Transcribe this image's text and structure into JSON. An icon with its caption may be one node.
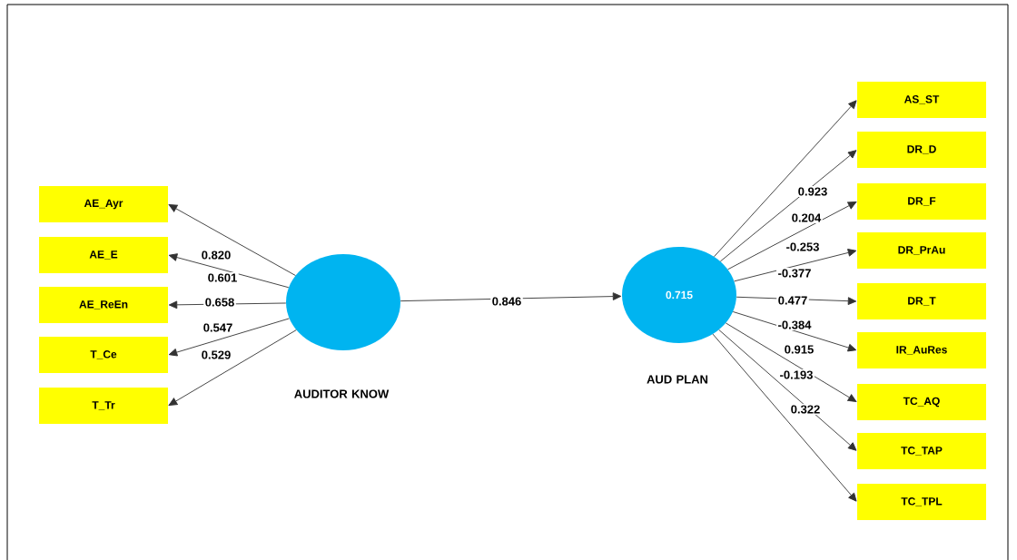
{
  "diagram": {
    "nodes": [
      {
        "text": [
          "AE_Ayr"
        ]
      },
      {
        "text": [
          "AE_E"
        ]
      },
      {
        "text": [
          "AE_ReEn"
        ]
      },
      {
        "text": [
          "T_Ce"
        ]
      },
      {
        "text": [
          "T_Tr"
        ]
      },
      {
        "text": [],
        "shape": "circle",
        "beside": [
          "AUDITOR KNOW"
        ]
      },
      {
        "text": [
          "0.715"
        ],
        "beside": [
          "AUD PLAN"
        ]
      },
      {
        "text": [
          "AS_ST"
        ]
      },
      {
        "text": [
          "DR_D"
        ]
      },
      {
        "text": [
          "DR_F"
        ]
      },
      {
        "text": [
          "DR_PrAu"
        ]
      },
      {
        "text": [
          "DR_T"
        ]
      },
      {
        "text": [
          "IR_AuRes"
        ]
      },
      {
        "text": [
          "TC_AQ"
        ]
      },
      {
        "text": [
          "TC_TAP"
        ]
      },
      {
        "text": [
          "TC_TPL"
        ]
      }
    ],
    "edges": [
      {
        "from": 5,
        "to": 0,
        "arrow": "to",
        "label": "0.820"
      },
      {
        "from": 5,
        "to": 1,
        "arrow": "to",
        "label": "0.601"
      },
      {
        "from": 5,
        "to": 2,
        "arrow": "to",
        "label": "0.658"
      },
      {
        "from": 5,
        "to": 3,
        "arrow": "to",
        "label": "0.547"
      },
      {
        "from": 5,
        "to": 4,
        "arrow": "to",
        "label": "0.529"
      },
      {
        "from": 5,
        "to": 6,
        "arrow": "to",
        "label": "0.846"
      },
      {
        "from": 6,
        "to": 7,
        "arrow": "to",
        "label": "0.923"
      },
      {
        "from": 6,
        "to": 8,
        "arrow": "to",
        "label": "0.204"
      },
      {
        "from": 6,
        "to": 9,
        "arrow": "to",
        "label": "-0.253"
      },
      {
        "from": 6,
        "to": 10,
        "arrow": "to",
        "label": "-0.377"
      },
      {
        "from": 6,
        "to": 11,
        "arrow": "to",
        "label": "0.477"
      },
      {
        "from": 6,
        "to": 12,
        "arrow": "to",
        "label": "-0.384"
      },
      {
        "from": 6,
        "to": 13,
        "arrow": "to",
        "label": "0.915"
      },
      {
        "from": 6,
        "to": 14,
        "arrow": "to",
        "label": "-0.193"
      },
      {
        "from": 6,
        "to": 15,
        "arrow": "to",
        "label": "0.322"
      }
    ]
  }
}
